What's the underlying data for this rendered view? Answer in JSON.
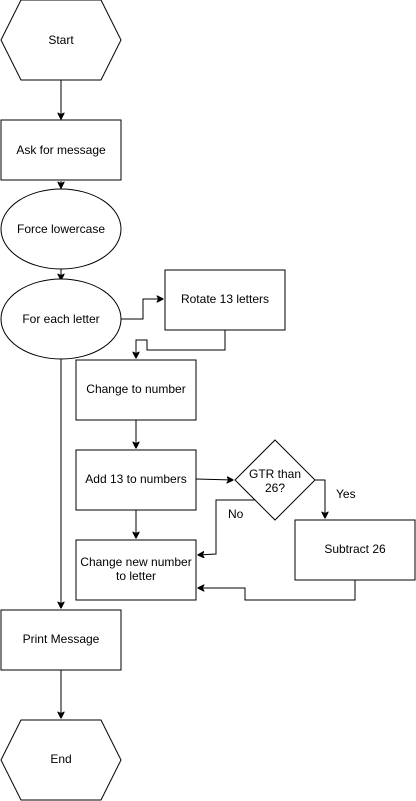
{
  "diagram": {
    "nodes": {
      "start": "Start",
      "ask": "Ask for message",
      "force": "Force lowercase",
      "foreach": "For each letter",
      "rotate": "Rotate 13 letters",
      "change_num": "Change to number",
      "add13": "Add 13 to numbers",
      "gtr_line1": "GTR than",
      "gtr_line2": "26?",
      "subtract": "Subtract 26",
      "change_letter_line1": "Change new number",
      "change_letter_line2": "to letter",
      "print": "Print Message",
      "end": "End"
    },
    "edge_labels": {
      "yes": "Yes",
      "no": "No"
    }
  }
}
